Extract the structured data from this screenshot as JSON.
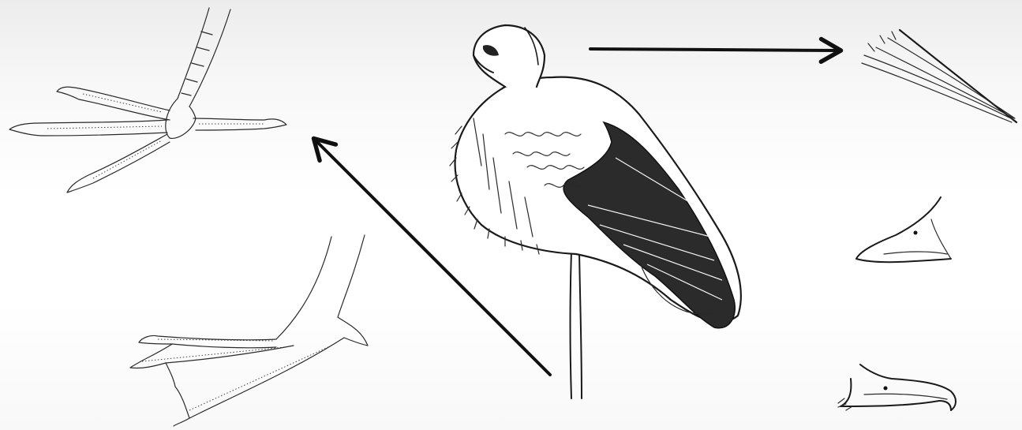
{
  "figure": {
    "subject": "stork",
    "panels": [
      {
        "id": "bird",
        "icon": "stork-icon"
      },
      {
        "id": "raptor-foot",
        "icon": "talon-foot-icon"
      },
      {
        "id": "webbed-foot",
        "icon": "webbed-foot-icon"
      },
      {
        "id": "feather",
        "icon": "feather-icon"
      },
      {
        "id": "short-beak",
        "icon": "short-beak-icon"
      },
      {
        "id": "hooked-beak",
        "icon": "hooked-beak-icon"
      }
    ],
    "arrows": [
      {
        "from": "bird",
        "to": "raptor-foot"
      },
      {
        "from": "bird",
        "to": "feather"
      }
    ],
    "colors": {
      "ink": "#1a1a1a",
      "background": "#ffffff"
    }
  }
}
